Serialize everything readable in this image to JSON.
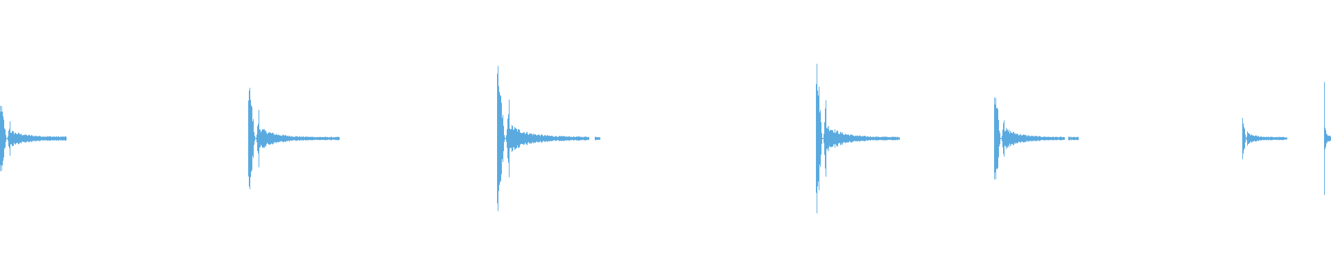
{
  "waveform": {
    "color": "#5aaae0",
    "background": "#ffffff",
    "hits": [
      {
        "onset": 0,
        "decay": 122,
        "peak": 0.28,
        "tail": 0.015,
        "gap": [
          96,
          122
        ]
      },
      {
        "onset": 358,
        "decay": 490,
        "peak": 0.43,
        "tail": 0.012,
        "gap": null
      },
      {
        "onset": 717,
        "decay": 866,
        "peak": 0.55,
        "tail": 0.014,
        "gap": [
          850,
          858
        ]
      },
      {
        "onset": 1177,
        "decay": 1298,
        "peak": 0.58,
        "tail": 0.013,
        "gap": null
      },
      {
        "onset": 1434,
        "decay": 1556,
        "peak": 0.41,
        "tail": 0.012,
        "gap": [
          1536,
          1541
        ]
      },
      {
        "onset": 1792,
        "decay": 1857,
        "peak": 0.17,
        "tail": 0.012,
        "gap": null
      },
      {
        "onset": 1910,
        "decay": 1920,
        "peak": 0.45,
        "tail": 0.02,
        "gap": null
      }
    ]
  }
}
